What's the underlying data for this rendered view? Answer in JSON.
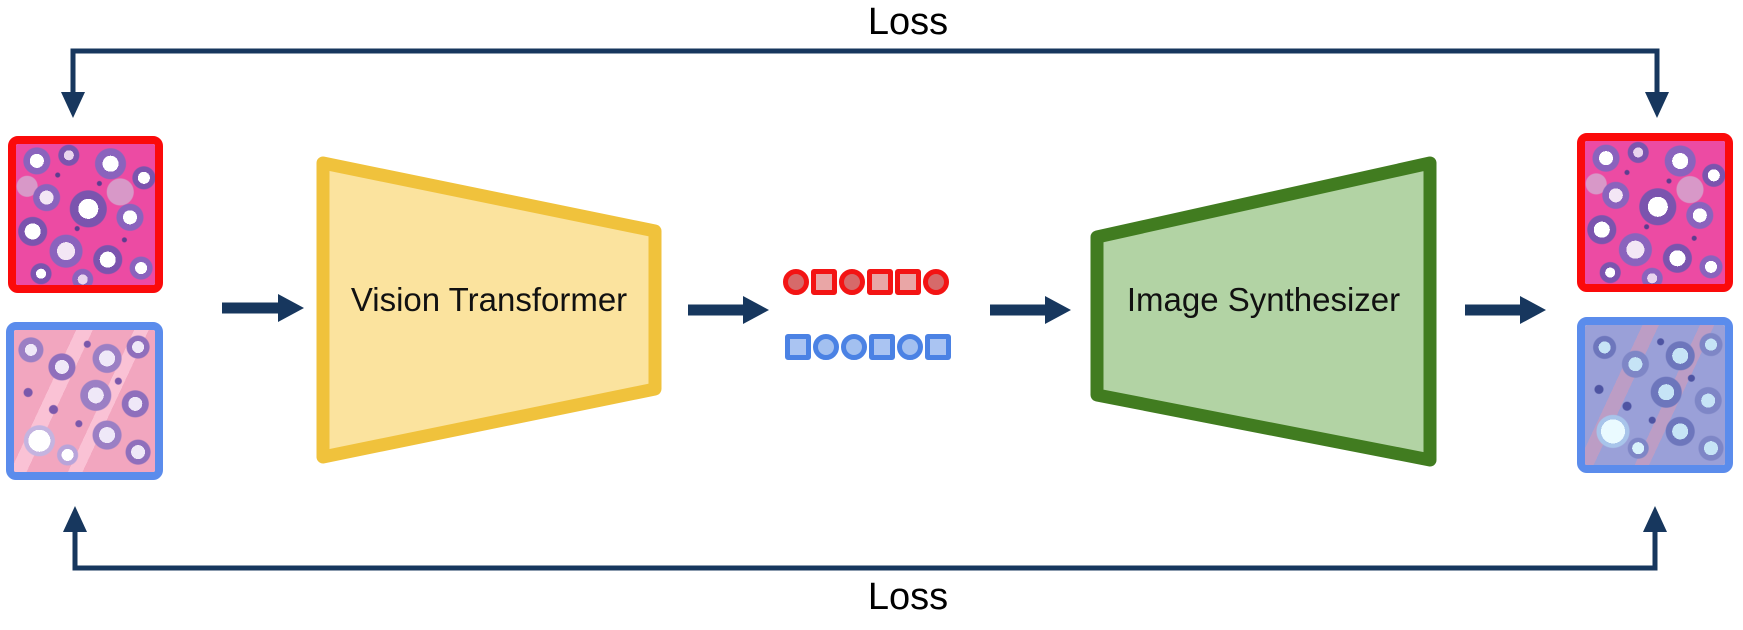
{
  "labels": {
    "loss_top": "Loss",
    "loss_bottom": "Loss",
    "vision_transformer": "Vision Transformer",
    "image_synthesizer": "Image Synthesizer"
  },
  "tokens": {
    "top_row": {
      "color": "red",
      "shapes": [
        "circle",
        "square",
        "circle",
        "square",
        "square",
        "circle"
      ]
    },
    "bottom_row": {
      "color": "blue",
      "shapes": [
        "square",
        "circle",
        "circle",
        "square",
        "circle",
        "square"
      ]
    }
  },
  "images": {
    "input_top": {
      "frame": "red",
      "content": "histopathology-tissue-patch-pink"
    },
    "input_bottom": {
      "frame": "blue",
      "content": "histopathology-tissue-patch-pink"
    },
    "output_top": {
      "frame": "red",
      "content": "histopathology-tissue-patch-pink"
    },
    "output_bottom": {
      "frame": "blue",
      "content": "histopathology-tissue-patch-blue"
    }
  },
  "colors": {
    "navy": "#17375e",
    "vit_border": "#f0c23c",
    "vit_fill": "#fbe39e",
    "synth_border": "#417c20",
    "synth_fill": "#b2d3a4",
    "token_red_border": "#f31414",
    "token_red_circle_fill": "#d66a6a",
    "token_red_square_fill": "#e9a6a6",
    "token_blue_border": "#4b82e4",
    "token_blue_circle_fill": "#a3c0f0",
    "token_blue_square_fill": "#aac4f2",
    "frame_red": "#fb0a0a",
    "frame_blue": "#5b8cec"
  }
}
